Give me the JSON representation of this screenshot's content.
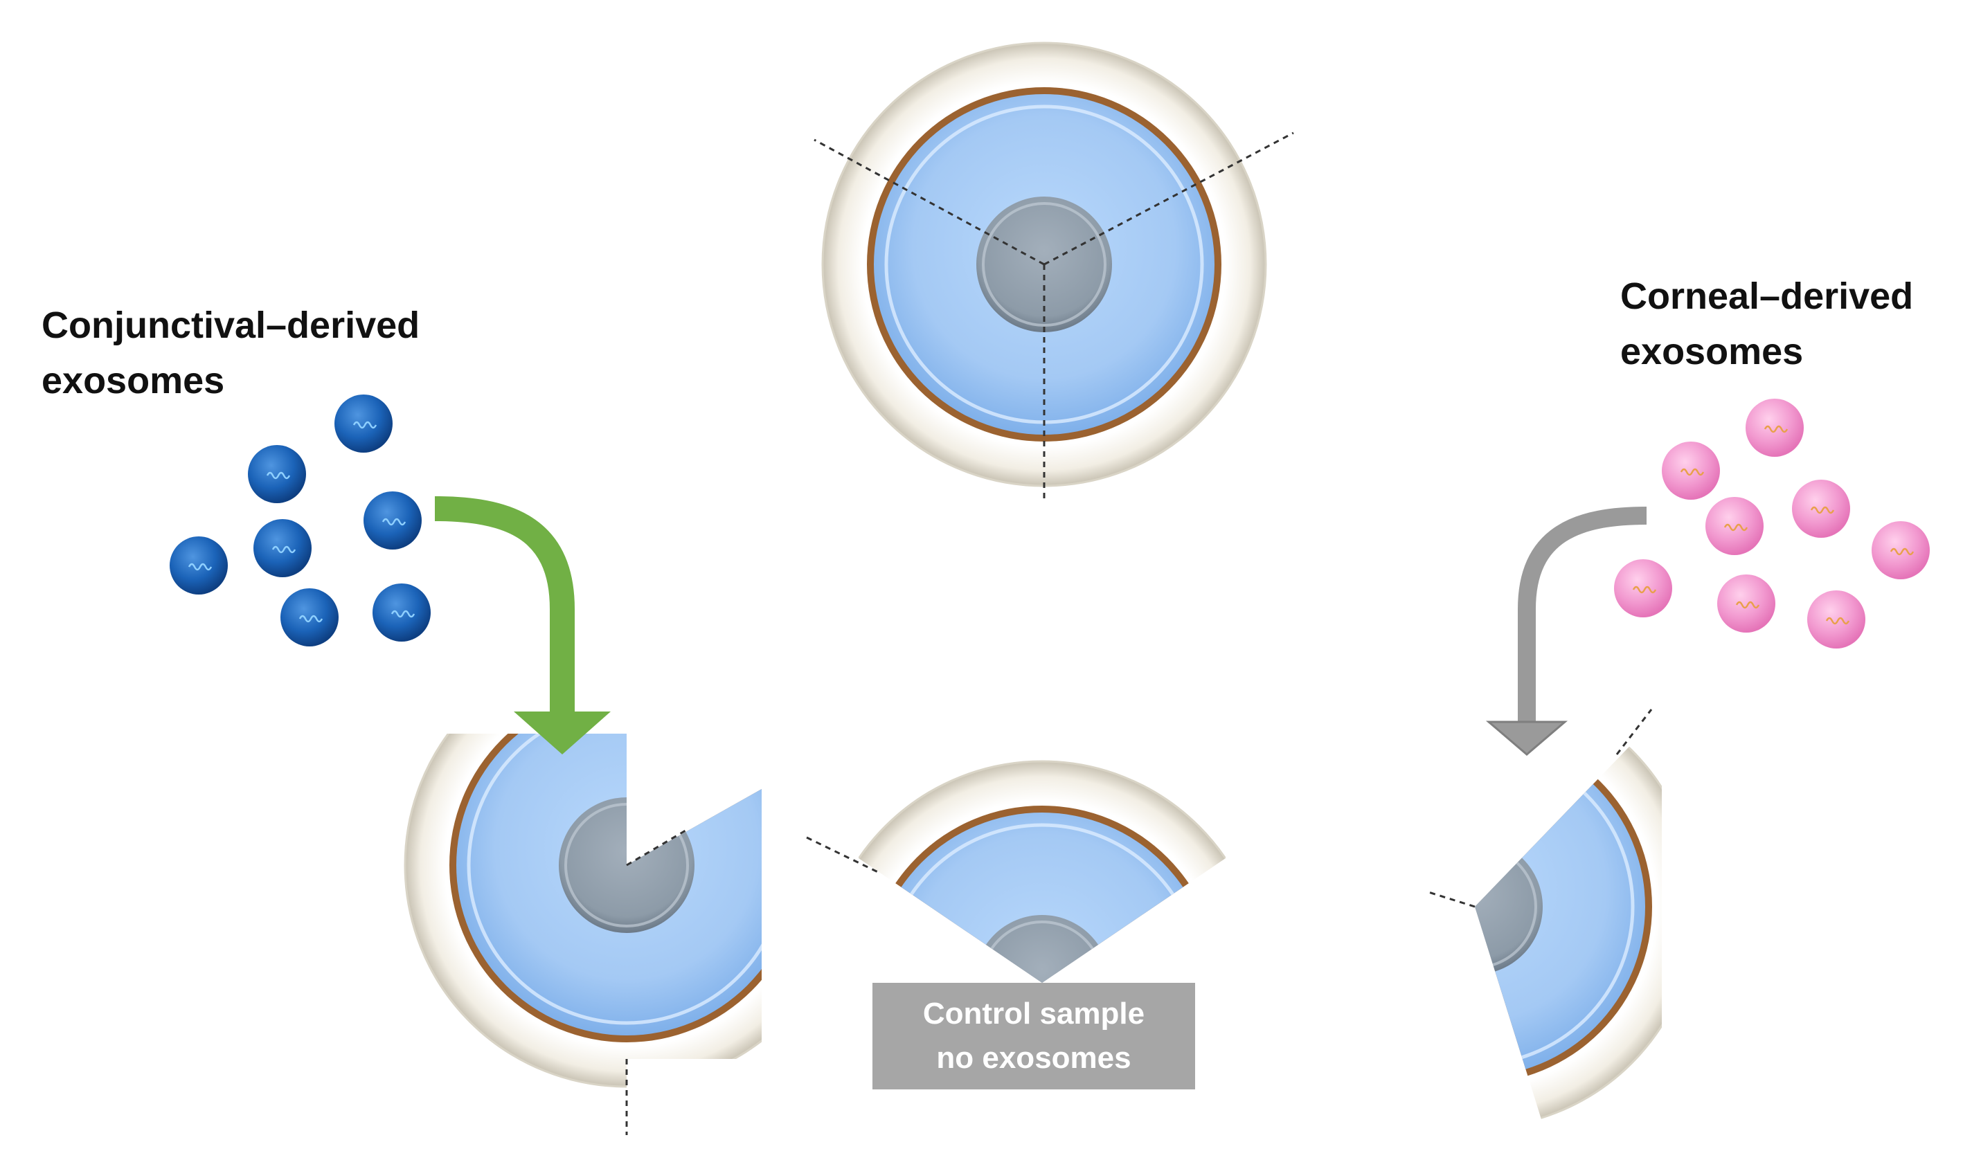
{
  "labels": {
    "left_line1": "Conjunctival–derived",
    "left_line2": "exosomes",
    "right_line1": "Corneal–derived",
    "right_line2": "exosomes",
    "control_line1": "Control sample",
    "control_line2": "no exosomes"
  },
  "colors": {
    "dish_rim": "#f4f1e8",
    "dish_ring": "#9b6230",
    "well_fill": "#a9cdf7",
    "well_center": "#8f9daa",
    "conjunctival_exosome": "#1b63b8",
    "corneal_exosome": "#f29ad0",
    "arrow_green": "#71b045",
    "arrow_gray": "#9a9a9a",
    "control_box": "#a6a6a6"
  },
  "icons": {
    "dish": "culture-dish-icon",
    "exosome": "exosome-vesicle-icon",
    "arrow": "curved-arrow-icon"
  }
}
